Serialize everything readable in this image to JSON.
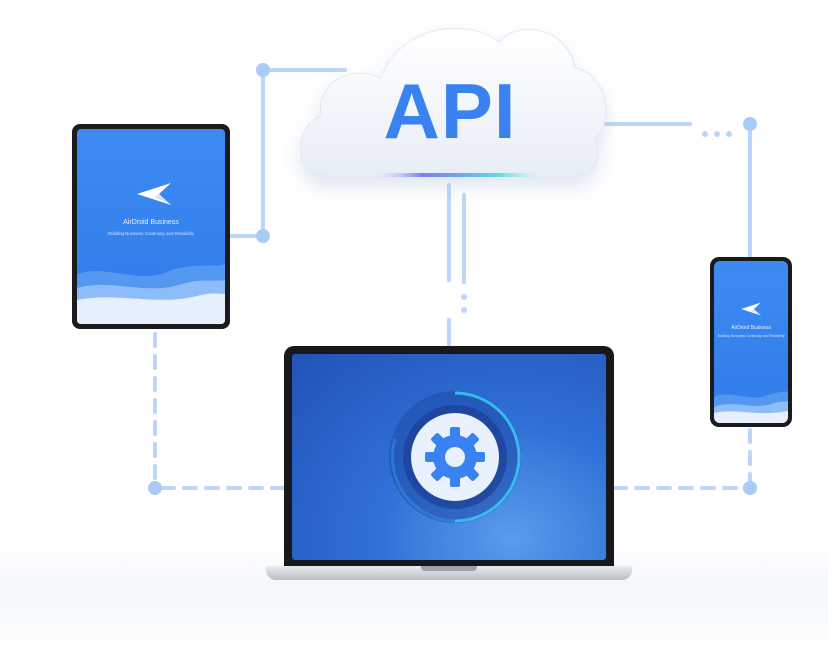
{
  "cloud": {
    "label": "API"
  },
  "tablet": {
    "brand_name": "AirDroid Business",
    "tagline": "Building Business Continuity and Reliability"
  },
  "phone": {
    "brand_name": "AirDroid Business",
    "tagline": "Building Business Continuity and Reliability"
  },
  "laptop": {
    "center_icon": "gear-icon"
  },
  "colors": {
    "accent": "#3a82f0",
    "connector": "#bcd6fb",
    "screen_blue": "#2f6fd6",
    "bezel": "#1b1b1e"
  }
}
